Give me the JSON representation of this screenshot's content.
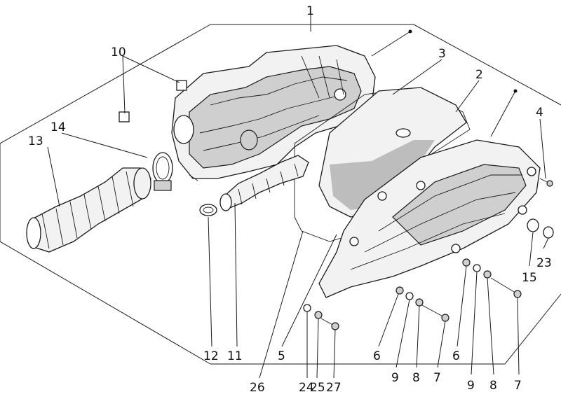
{
  "diagram": {
    "callouts": {
      "c1": "1",
      "c2": "2",
      "c3": "3",
      "c4": "4",
      "c10": "10",
      "c13": "13",
      "c14": "14",
      "c15": "15",
      "c23": "23",
      "c12": "12",
      "c11": "11",
      "c5": "5",
      "c6a": "6",
      "c6b": "6",
      "c26": "26",
      "c24": "24",
      "c25": "25",
      "c27": "27",
      "c9a": "9",
      "c8a": "8",
      "c7a": "7",
      "c9b": "9",
      "c8b": "8",
      "c7b": "7"
    }
  }
}
